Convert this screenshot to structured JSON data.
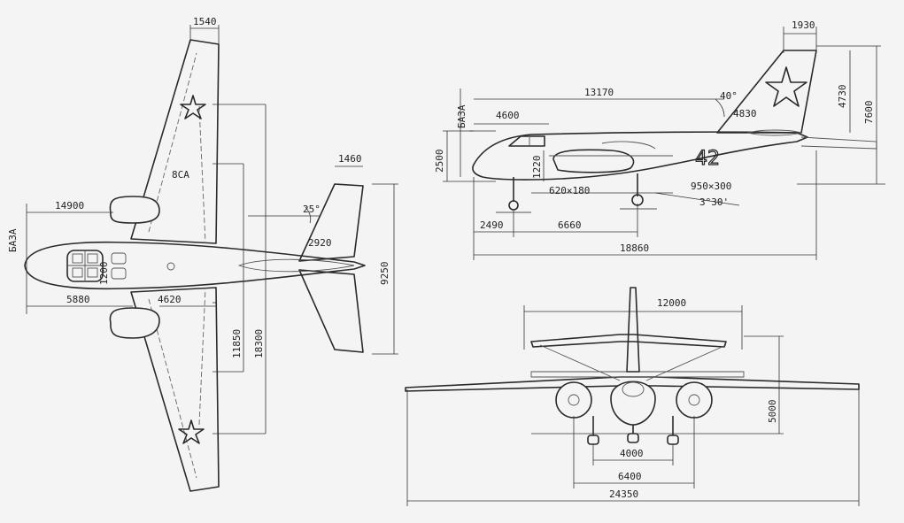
{
  "top_view": {
    "tail_chord": "1540",
    "span_label": "14900",
    "base_label": "БАЗА",
    "nose_to_wing": "5880",
    "wing_root": "4620",
    "cabin_width": "1200",
    "wing_section": "8СА",
    "stab_tip": "1460",
    "stab_sweep": "25°",
    "stab_chord": "2920",
    "stab_span": "9250",
    "dim_11850": "11850",
    "dim_18300": "18300"
  },
  "side_view": {
    "fin_tip": "1930",
    "length_13170": "13170",
    "fin_sweep": "40°",
    "fin_4830": "4830",
    "height_4730": "4730",
    "height_7600": "7600",
    "base_label": "БАЗА",
    "cockpit_4600": "4600",
    "height_2500": "2500",
    "height_1220": "1220",
    "door": "620×180",
    "hatch": "950×300",
    "angle": "3°30'",
    "dim_2490": "2490",
    "dim_6660": "6660",
    "length_18860": "18860",
    "tail_number": "42"
  },
  "front_view": {
    "tailplane_span": "12000",
    "wing_height": "5000",
    "track_4000": "4000",
    "track_6400": "6400",
    "span_24350": "24350"
  }
}
